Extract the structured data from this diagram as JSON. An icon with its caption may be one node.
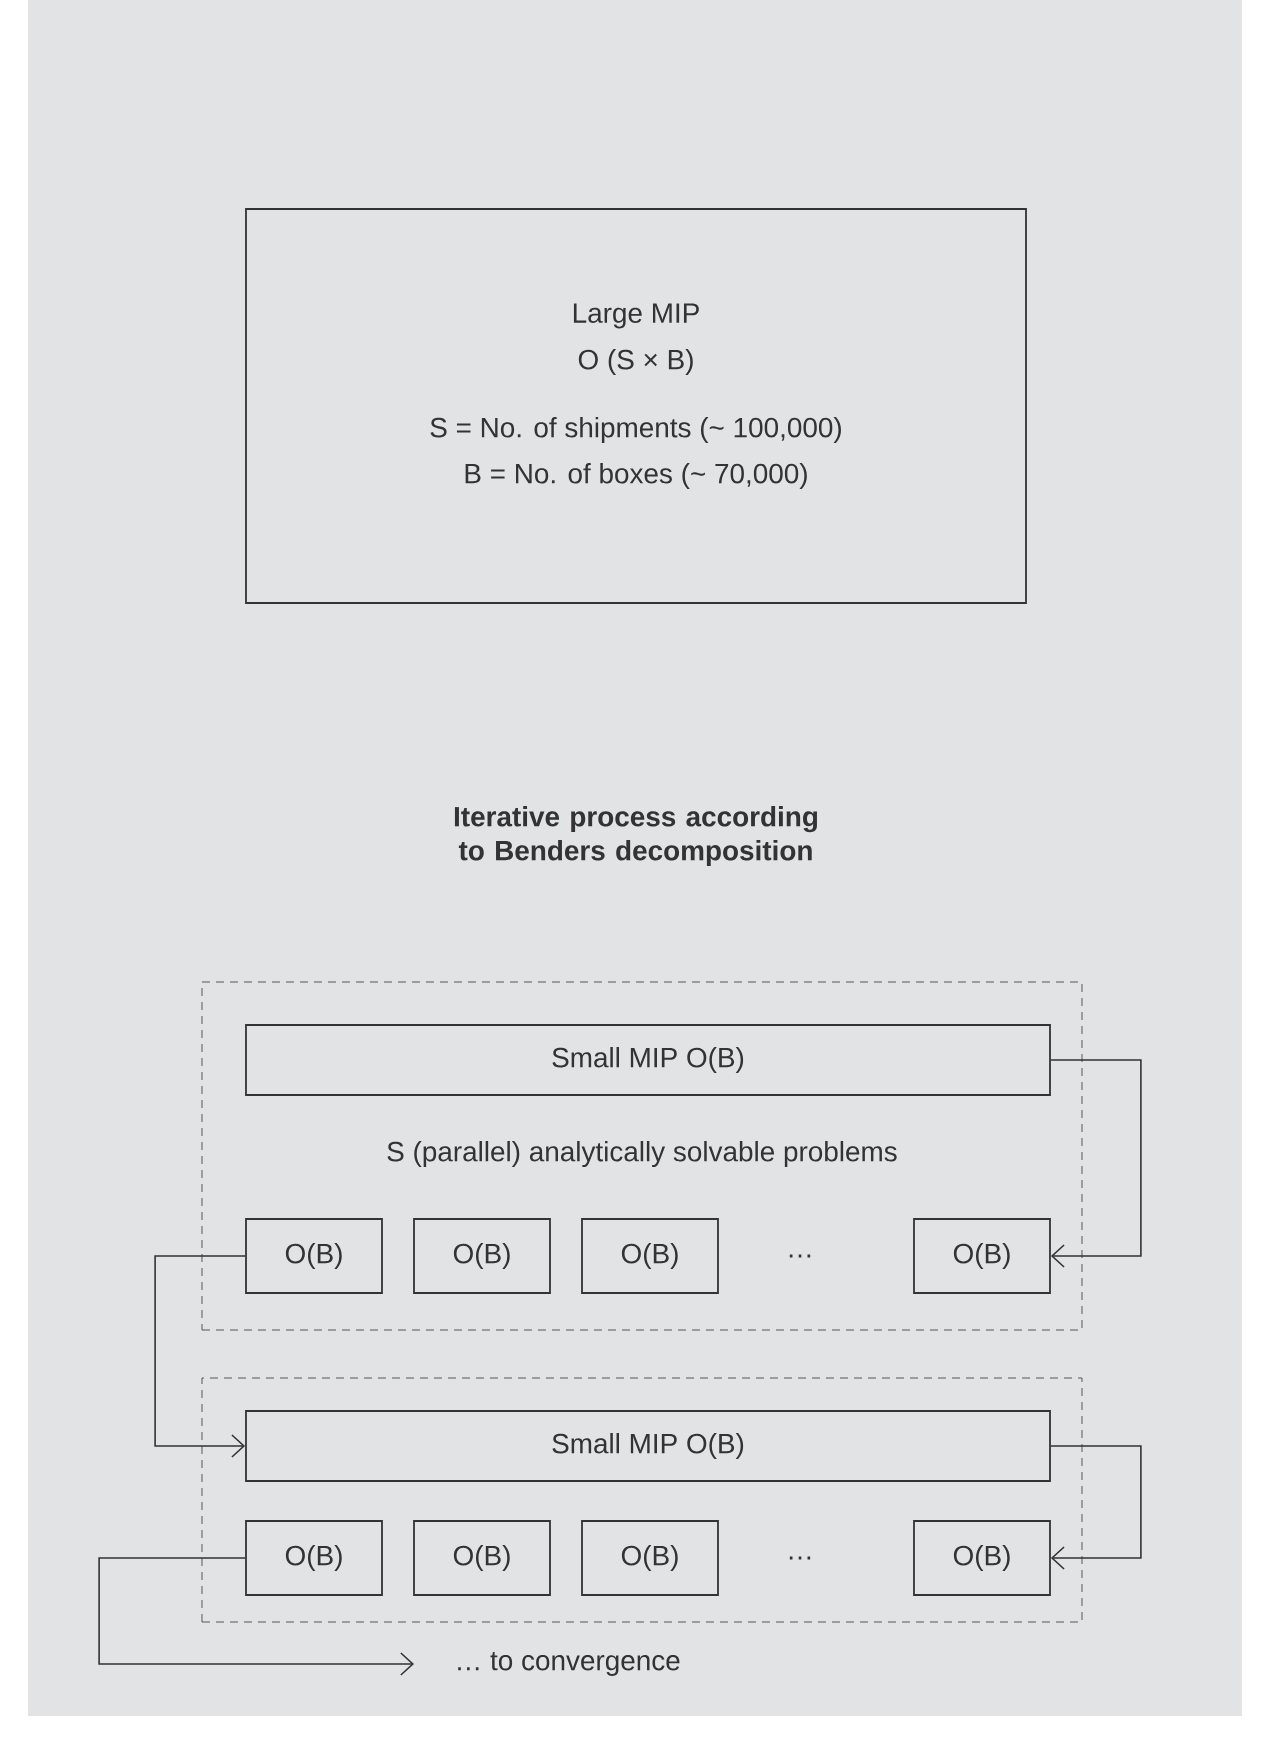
{
  "diagram": {
    "title": "Iterative process according to Benders decomposition",
    "nodes": [
      {
        "text": [
          "Large MIP",
          "O (S × B)",
          "S = No. of shipments (~ 100,000)",
          "B = No. of boxes (~ 70,000)"
        ]
      },
      {
        "text": [
          "S (parallel) analytically solvable problems"
        ]
      },
      {
        "text": [
          "Small MIP O(B)"
        ],
        "in": 1
      },
      {
        "text": [
          "O(B)"
        ],
        "in": 1
      },
      {
        "text": [
          "O(B)"
        ],
        "in": 1
      },
      {
        "text": [
          "O(B)"
        ],
        "in": 1
      },
      {
        "text": [
          "O(B)"
        ],
        "in": 1
      },
      {
        "text": [],
        "shape": "box"
      },
      {
        "text": [
          "Small MIP O(B)"
        ],
        "in": 7
      },
      {
        "text": [
          "O(B)"
        ],
        "in": 7
      },
      {
        "text": [
          "O(B)"
        ],
        "in": 7
      },
      {
        "text": [
          "O(B)"
        ],
        "in": 7
      },
      {
        "text": [
          "O(B)"
        ],
        "in": 7
      },
      {
        "text": [
          "… to convergence"
        ]
      }
    ],
    "edges": [
      {
        "from": 2,
        "to": 6,
        "arrow": "to"
      },
      {
        "from": 3,
        "to": 8,
        "arrow": "to"
      },
      {
        "from": 8,
        "to": 12,
        "arrow": "to"
      },
      {
        "from": 9,
        "to": 13,
        "arrow": "to"
      }
    ],
    "labels": [
      "…",
      "…"
    ]
  }
}
